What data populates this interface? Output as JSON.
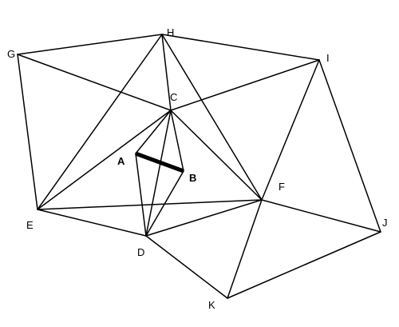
{
  "diagram": {
    "nodes": [
      {
        "id": "A",
        "label": "A",
        "bold": true
      },
      {
        "id": "B",
        "label": "B",
        "bold": true
      },
      {
        "id": "C",
        "label": "C",
        "bold": false
      },
      {
        "id": "D",
        "label": "D",
        "bold": false
      },
      {
        "id": "E",
        "label": "E",
        "bold": false
      },
      {
        "id": "F",
        "label": "F",
        "bold": false
      },
      {
        "id": "G",
        "label": "G",
        "bold": false
      },
      {
        "id": "H",
        "label": "H",
        "bold": false
      },
      {
        "id": "I",
        "label": "I",
        "bold": false
      },
      {
        "id": "J",
        "label": "J",
        "bold": false
      },
      {
        "id": "K",
        "label": "K",
        "bold": false
      }
    ],
    "edges": [
      [
        "G",
        "H"
      ],
      [
        "H",
        "I"
      ],
      [
        "G",
        "C"
      ],
      [
        "G",
        "E"
      ],
      [
        "C",
        "I"
      ],
      [
        "H",
        "C"
      ],
      [
        "H",
        "E"
      ],
      [
        "H",
        "F"
      ],
      [
        "I",
        "F"
      ],
      [
        "I",
        "J"
      ],
      [
        "C",
        "E"
      ],
      [
        "C",
        "F"
      ],
      [
        "C",
        "A"
      ],
      [
        "C",
        "B"
      ],
      [
        "C",
        "D"
      ],
      [
        "E",
        "F"
      ],
      [
        "E",
        "D"
      ],
      [
        "A",
        "D"
      ],
      [
        "B",
        "D"
      ],
      [
        "D",
        "F"
      ],
      [
        "F",
        "J"
      ],
      [
        "F",
        "K"
      ],
      [
        "D",
        "K"
      ],
      [
        "K",
        "J"
      ]
    ],
    "highlighted_edges": [
      [
        "A",
        "B"
      ]
    ],
    "colors": {
      "line": "#000000",
      "background": "#ffffff"
    }
  }
}
